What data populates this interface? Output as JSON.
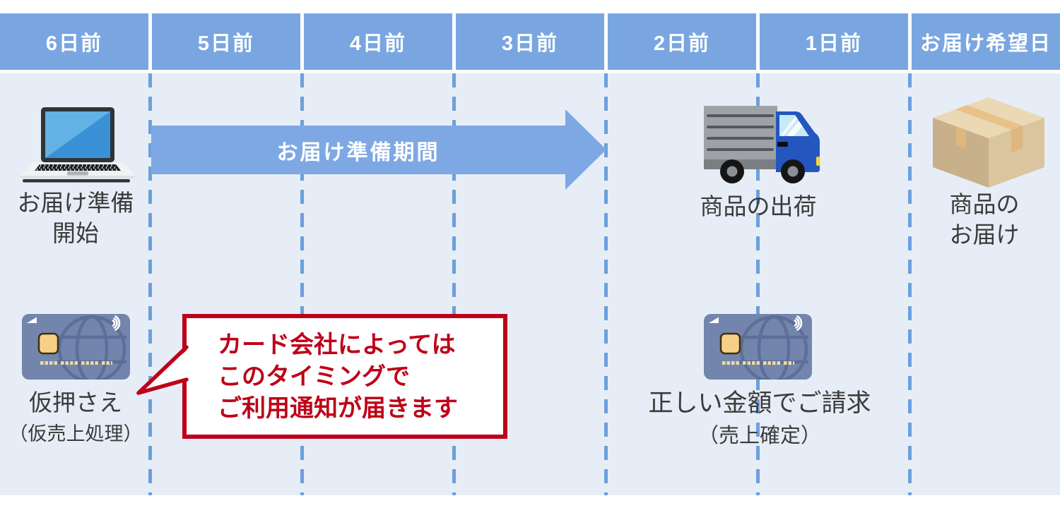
{
  "header": {
    "columns": [
      "6日前",
      "5日前",
      "4日前",
      "3日前",
      "2日前",
      "1日前",
      "お届け希望日"
    ]
  },
  "arrow": {
    "label": "お届け準備期間"
  },
  "events": {
    "prep_start": {
      "icon": "laptop-icon",
      "line1": "お届け準備",
      "line2": "開始"
    },
    "auth_hold": {
      "icon": "credit-card-icon",
      "label": "仮押さえ",
      "sublabel": "（仮売上処理）"
    },
    "shipment": {
      "icon": "truck-icon",
      "label": "商品の出荷"
    },
    "final_charge": {
      "icon": "credit-card-icon",
      "label": "正しい金額でご請求",
      "sublabel": "（売上確定）"
    },
    "delivery": {
      "icon": "package-icon",
      "line1": "商品の",
      "line2": "お届け"
    }
  },
  "callout": {
    "line1": "カード会社によっては",
    "line2": "このタイミングで",
    "line3": "ご利用通知が届きます"
  },
  "colors": {
    "header_blue": "#79A6E1",
    "arrow_blue": "#7EA8E3",
    "dash_blue": "#6CA0DC",
    "bg_tint": "#E7EDF6",
    "callout_red": "#BE0018",
    "text_dark": "#3B3B3B",
    "card_blue": "#7385AC",
    "truck_cab_blue": "#2456C0",
    "box_tan": "#EAD9B4"
  }
}
